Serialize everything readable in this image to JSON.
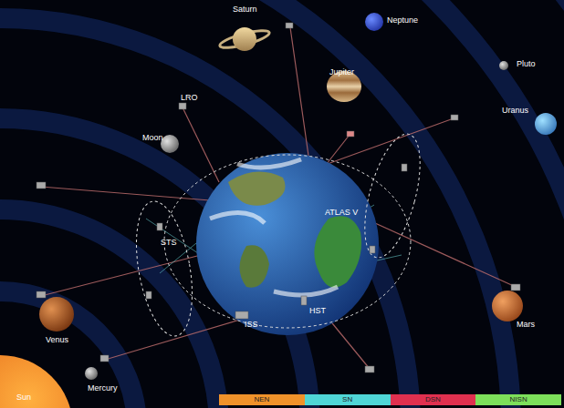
{
  "diagram": {
    "labels": [
      "Saturn",
      "Neptune",
      "Pluto",
      "Jupiter",
      "Uranus",
      "Moon",
      "LRO",
      "ATLAS V",
      "STS",
      "ISS",
      "HST",
      "Venus",
      "Mars",
      "Mercury",
      "Sun"
    ],
    "legend": [
      {
        "text": "NEN",
        "color": "#f0922a"
      },
      {
        "text": "SN",
        "color": "#4fd6d6"
      },
      {
        "text": "DSN",
        "color": "#e0304f"
      },
      {
        "text": "NISN",
        "color": "#7de05a"
      }
    ]
  }
}
